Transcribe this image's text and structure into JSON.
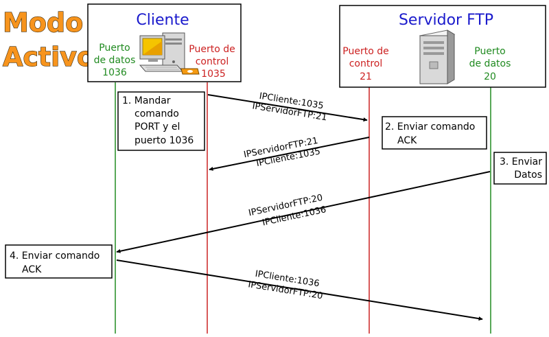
{
  "title": {
    "line1": "Modo",
    "line2": "Activo"
  },
  "client": {
    "name": "Cliente",
    "data_port_label": [
      "Puerto",
      "de datos",
      "1036"
    ],
    "control_port_label": [
      "Puerto de",
      "control",
      "1035"
    ]
  },
  "server": {
    "name": "Servidor FTP",
    "control_port_label": [
      "Puerto de",
      "control",
      "21"
    ],
    "data_port_label": [
      "Puerto",
      "de datos",
      "20"
    ]
  },
  "steps": [
    {
      "lines": [
        "1. Mandar",
        "comando",
        "PORT y el",
        "puerto 1036"
      ]
    },
    {
      "lines": [
        "2. Enviar comando",
        "ACK"
      ]
    },
    {
      "lines": [
        "3. Enviar",
        "Datos"
      ]
    },
    {
      "lines": [
        "4. Enviar comando",
        "ACK"
      ]
    }
  ],
  "messages": [
    {
      "line1": "IPCliente:1035",
      "line2": "IPServidorFTP:21"
    },
    {
      "line1": "IPServidorFTP:21",
      "line2": "IPCliente:1035"
    },
    {
      "line1": "IPServidorFTP:20",
      "line2": "IPCliente:1036"
    },
    {
      "line1": "IPCliente:1036",
      "line2": "IPServidorFTP:20"
    }
  ],
  "colors": {
    "name": "#1a1acc",
    "control": "#cc2020",
    "data": "#1f8a1f",
    "title": "#f7941d"
  }
}
